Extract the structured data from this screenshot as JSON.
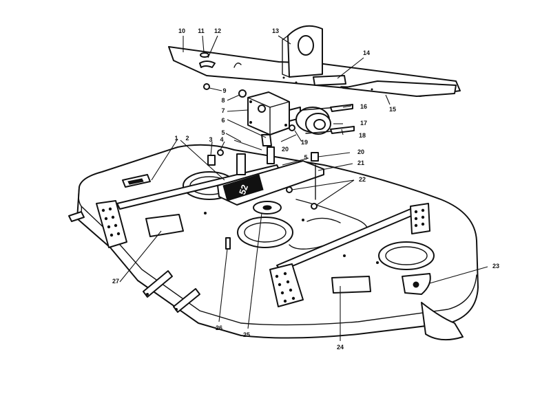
{
  "diagram": {
    "callouts": [
      {
        "id": "1",
        "label": "1"
      },
      {
        "id": "2",
        "label": "2"
      },
      {
        "id": "3",
        "label": "3"
      },
      {
        "id": "4",
        "label": "4"
      },
      {
        "id": "5a",
        "label": "5"
      },
      {
        "id": "5b",
        "label": "5"
      },
      {
        "id": "6",
        "label": "6"
      },
      {
        "id": "7",
        "label": "7"
      },
      {
        "id": "8",
        "label": "8"
      },
      {
        "id": "9",
        "label": "9"
      },
      {
        "id": "10",
        "label": "10"
      },
      {
        "id": "11",
        "label": "11"
      },
      {
        "id": "12",
        "label": "12"
      },
      {
        "id": "13",
        "label": "13"
      },
      {
        "id": "14",
        "label": "14"
      },
      {
        "id": "15",
        "label": "15"
      },
      {
        "id": "16",
        "label": "16"
      },
      {
        "id": "17",
        "label": "17"
      },
      {
        "id": "18",
        "label": "18"
      },
      {
        "id": "19",
        "label": "19"
      },
      {
        "id": "20a",
        "label": "20"
      },
      {
        "id": "20b",
        "label": "20"
      },
      {
        "id": "21",
        "label": "21"
      },
      {
        "id": "22",
        "label": "22"
      },
      {
        "id": "23",
        "label": "23"
      },
      {
        "id": "24",
        "label": "24"
      },
      {
        "id": "25",
        "label": "25"
      },
      {
        "id": "26",
        "label": "26"
      },
      {
        "id": "27",
        "label": "27"
      }
    ],
    "deck_decal_text": "52"
  }
}
